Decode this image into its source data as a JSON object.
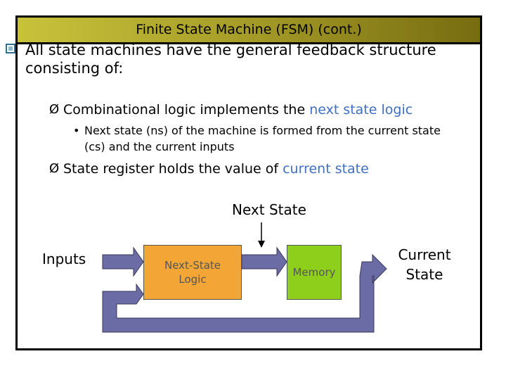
{
  "slide": {
    "title": "Finite State Machine (FSM) (cont.)",
    "bullet1": "All state machines have the general feedback structure consisting of:",
    "sub1_prefix": "Combinational logic implements the ",
    "sub1_highlight": "next state logic",
    "sub1_sub": "Next state (ns) of the machine is formed from the current state (cs) and the current inputs",
    "sub2_prefix": "State register holds the value of ",
    "sub2_highlight": "current state",
    "arrow_glyph": "Ø",
    "dot_glyph": "•"
  },
  "diagram": {
    "next_state_label": "Next State",
    "inputs_label": "Inputs",
    "nsl_box_label": "Next-State Logic",
    "memory_box_label": "Memory",
    "current_state_label": "Current State"
  },
  "colors": {
    "highlight_blue": "#3f6fc3",
    "nsl_fill": "#f3a536",
    "memory_fill": "#8ecf1c",
    "arrow_fill": "#6b6ba6"
  }
}
